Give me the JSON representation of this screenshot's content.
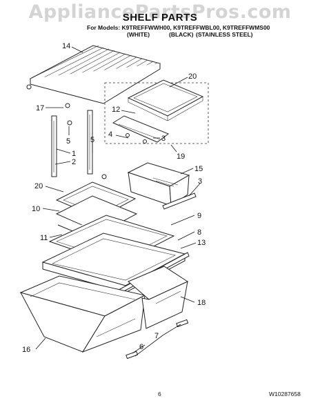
{
  "watermark": "AppliancePartsPros.com",
  "title": "SHELF PARTS",
  "models_line": "For Models: K9TREFFWWH00, K9TREFFWBL00, K9TREFFWMS00",
  "colors": [
    "(WHITE)",
    "(BLACK)",
    "(STAINLESS STEEL)"
  ],
  "page_number": "6",
  "document_number": "W10287658",
  "callouts": {
    "c14": "14",
    "c17": "17",
    "c5a": "5",
    "c1": "1",
    "c2": "2",
    "c5b": "5",
    "c20a": "20",
    "c12": "12",
    "c4": "4",
    "c3a": "3",
    "c19": "19",
    "c15": "15",
    "c3b": "3",
    "c20b": "20",
    "c10": "10",
    "c11": "11",
    "c9": "9",
    "c8": "8",
    "c13": "13",
    "c18": "18",
    "c7": "7",
    "c6": "6",
    "c16": "16"
  }
}
